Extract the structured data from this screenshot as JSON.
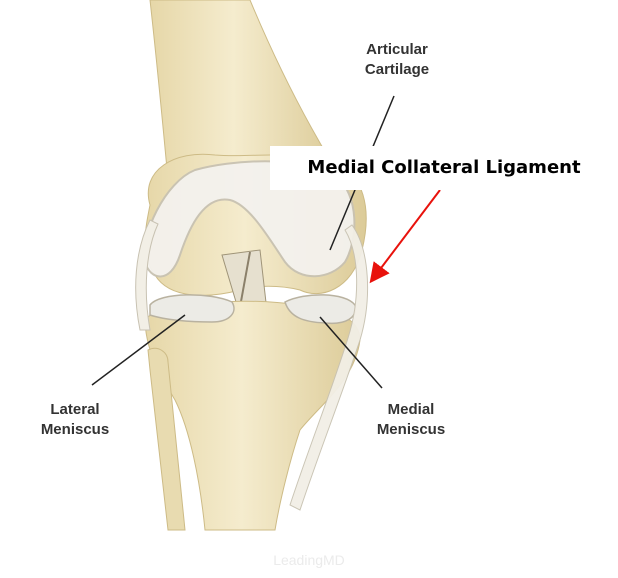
{
  "labels": {
    "articular_cartilage": [
      "Articular",
      "Cartilage"
    ],
    "medial_collateral_ligament": "Medial Collateral Ligament",
    "lateral_meniscus": [
      "Lateral",
      "Meniscus"
    ],
    "medial_meniscus": [
      "Medial",
      "Meniscus"
    ]
  },
  "watermark": "LeadingMD",
  "colors": {
    "bone": "#f1e7c4",
    "bone_shadow": "#d9c99a",
    "cartilage": "#f4f2ee",
    "meniscus": "#ecebe6",
    "pointer_line": "#222222",
    "highlight_arrow": "#e8120c"
  }
}
